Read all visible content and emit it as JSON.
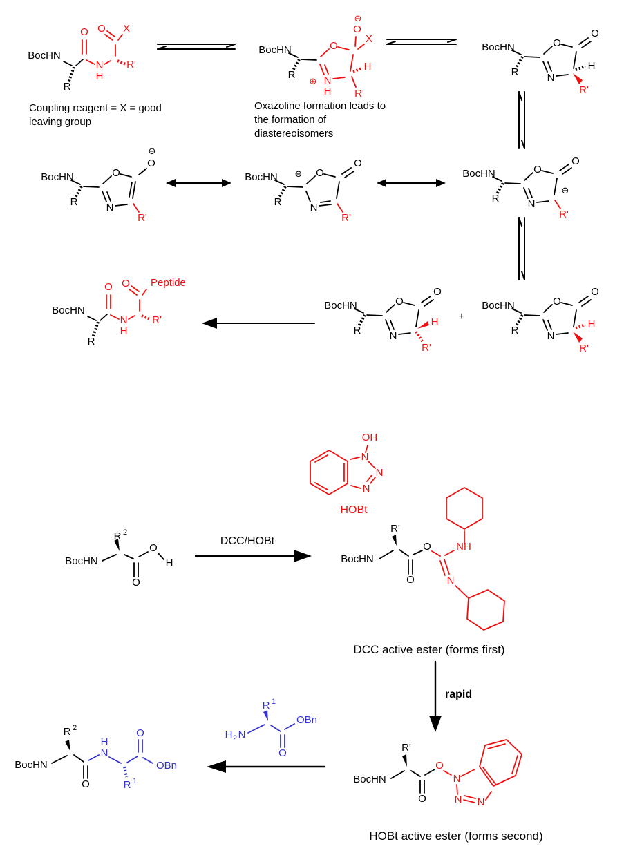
{
  "colors": {
    "red": "#ee1111",
    "blue": "#3333cc",
    "black": "#000000",
    "background": "#ffffff"
  },
  "atoms": {
    "bochn": "BocHN",
    "r": "R",
    "rp": "R'",
    "o": "O",
    "n": "N",
    "h": "H",
    "x": "X",
    "nh": "NH",
    "oh": "OH",
    "obn": "OBn",
    "h2n_h": "H",
    "h2n_sub": "2",
    "h2n_n": "N",
    "peptide": "Peptide",
    "sup1": "1",
    "sup2": "2",
    "plus": "+",
    "charge_minus": "⊖",
    "charge_plus": "⊕"
  },
  "captions": {
    "coupling_line1": "Coupling reagent = X = good",
    "coupling_line2": "leaving group",
    "oxazoline_line1": "Oxazoline formation leads to",
    "oxazoline_line2": "the formation of",
    "oxazoline_line3": "diastereoisomers",
    "hobt_label": "HOBt",
    "dcc_arrow_label": "DCC/HOBt",
    "rapid_label": "rapid",
    "dcc_ester_caption": "DCC active ester (forms first)",
    "hobt_ester_caption": "HOBt active ester (forms second)"
  }
}
